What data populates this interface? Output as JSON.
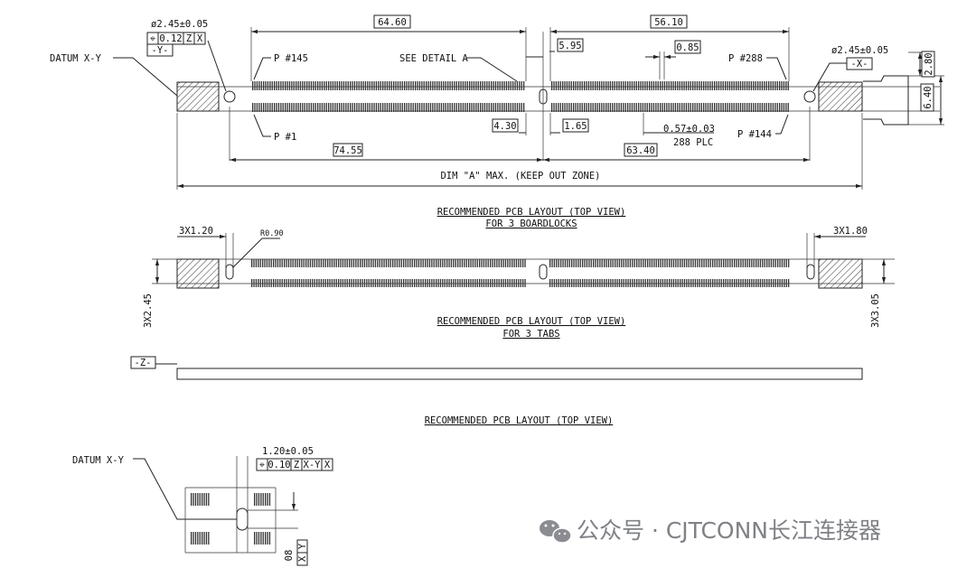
{
  "top_view": {
    "dim_64_60": "64.60",
    "dim_56_10": "56.10",
    "dim_5_95": "5.95",
    "dim_0_85": "0.85",
    "dim_2_80": "2.80",
    "dim_6_40": "6.40",
    "dim_4_30": "4.30",
    "dim_1_65": "1.65",
    "dim_74_55": "74.55",
    "dim_63_40": "63.40",
    "pitch_tol": "0.57±0.03",
    "pitch_count": "288 PLC",
    "hole_left": "ø2.45±0.05",
    "hole_right": "ø2.45±0.05",
    "fcf_symbol": "⌖",
    "fcf_tol": "0.12",
    "fcf_z": "Z",
    "fcf_x": "X",
    "datum_y": "-Y-",
    "datum_x": "-X-",
    "datum_label": "DATUM X-Y",
    "see_detail": "SEE DETAIL A",
    "pin_145": "P #145",
    "pin_288": "P #288",
    "pin_1": "P #1",
    "pin_144": "P #144",
    "dim_a": "DIM \"A\" MAX. (KEEP OUT ZONE)"
  },
  "captions": {
    "boardlocks_1": "RECOMMENDED PCB LAYOUT (TOP VIEW)",
    "boardlocks_2": "FOR 3 BOARDLOCKS",
    "tabs_1": "RECOMMENDED PCB LAYOUT (TOP VIEW)",
    "tabs_2": "FOR 3 TABS",
    "plain": "RECOMMENDED PCB LAYOUT (TOP VIEW)"
  },
  "tabs_view": {
    "dim_left_w": "3X1.20",
    "radius": "R0.90",
    "dim_right_w": "3X1.80",
    "dim_left_h": "3X2.45",
    "dim_right_h": "3X3.05"
  },
  "side_view": {
    "datum_z": "-Z-"
  },
  "detail": {
    "datum_label": "DATUM X-Y",
    "hole_dim": "1.20±0.05",
    "fcf_symbol": "⌖",
    "fcf_tol": "0.10",
    "fcf_z": "Z",
    "fcf_xy": "X-Y",
    "fcf_x": "X",
    "dim_cut": "08",
    "cut_y": "Y",
    "cut_x": "X"
  },
  "watermark": {
    "icon": "wechat-icon",
    "text": "公众号 · CJTCONN长江连接器"
  },
  "colors": {
    "line": "#222222",
    "watermark": "#7f8186"
  }
}
